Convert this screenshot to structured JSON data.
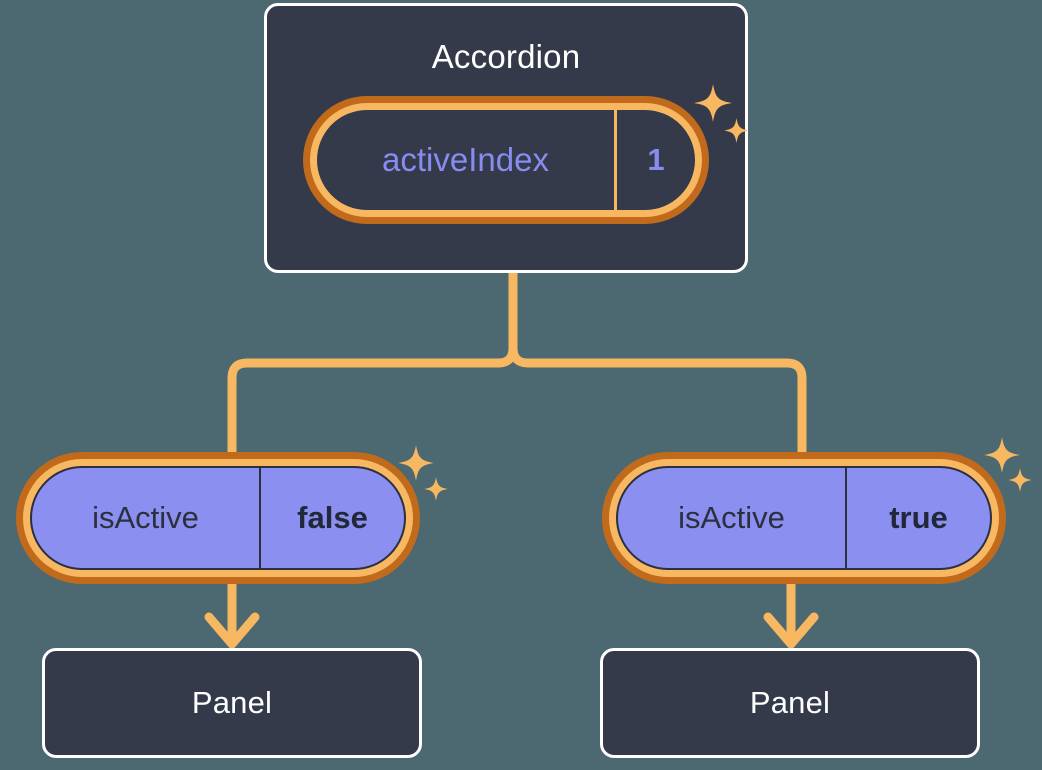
{
  "background_color": "#4c6870",
  "palette": {
    "box_fill": "#343a4a",
    "box_border": "#ffffff",
    "ring_outer": "#c26a1b",
    "ring_inner": "#f7b861",
    "pill_fill_periwinkle": "#8b8ff0",
    "text_periwinkle": "#888cf0",
    "text_dark": "#2b3040",
    "connector": "#f7b861"
  },
  "diagram": {
    "type": "component-tree",
    "root": {
      "title": "Accordion",
      "state": {
        "key": "activeIndex",
        "value": "1"
      }
    },
    "children": [
      {
        "prop": {
          "key": "isActive",
          "value": "false"
        },
        "title": "Panel"
      },
      {
        "prop": {
          "key": "isActive",
          "value": "true"
        },
        "title": "Panel"
      }
    ]
  },
  "icons": {
    "sparkle": "sparkle-icon"
  }
}
